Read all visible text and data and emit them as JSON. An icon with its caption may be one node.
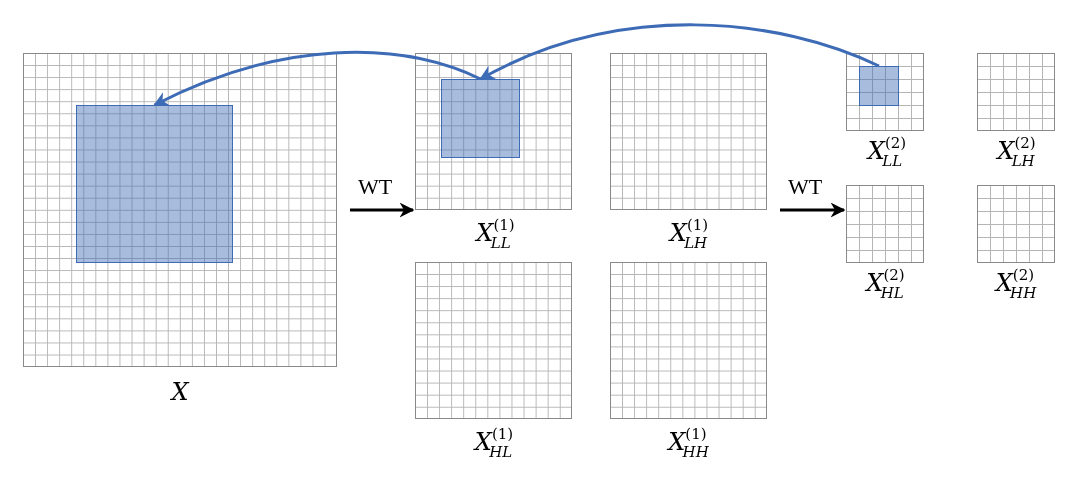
{
  "diagram": {
    "nodes": [
      {
        "text": [],
        "shape": "box",
        "beside": [
          "X"
        ]
      },
      {
        "text": [],
        "shape": "box",
        "in": 0
      },
      {
        "text": [],
        "shape": "box",
        "beside": [
          "X$^{(1)}$$_{LL}$"
        ]
      },
      {
        "text": [],
        "shape": "box",
        "in": 2
      },
      {
        "text": [],
        "shape": "box",
        "beside": [
          "X$^{(1)}$$_{LH}$"
        ]
      },
      {
        "text": [],
        "shape": "box",
        "beside": [
          "X$^{(2)}$$_{LL}$"
        ]
      },
      {
        "text": [],
        "shape": "box",
        "in": 5
      },
      {
        "text": [],
        "shape": "box",
        "beside": [
          "X$^{(2)}$$_{LH}$"
        ]
      },
      {
        "text": [],
        "shape": "box",
        "beside": [
          "X$^{(2)}$$_{HL}$"
        ]
      },
      {
        "text": [],
        "shape": "box",
        "beside": [
          "X$^{(2)}$$_{HH}$"
        ]
      },
      {
        "text": [],
        "shape": "box",
        "beside": [
          "X$^{(1)}$$_{HL}$"
        ]
      },
      {
        "text": [],
        "shape": "box",
        "beside": [
          "X$^{(1)}$$_{HH}$"
        ]
      }
    ],
    "edges": [
      {
        "from": 6,
        "to": 3,
        "arrow": "to",
        "color": "#3d6bb5"
      },
      {
        "from": 3,
        "to": 1,
        "arrow": "to",
        "color": "#3d6bb5"
      },
      {
        "from": 0,
        "to": 2,
        "arrow": "to",
        "label": "WT",
        "color": "#000000"
      },
      {
        "from": 4,
        "to": 8,
        "arrow": "to",
        "label": "WT",
        "color": "#000000"
      }
    ]
  }
}
